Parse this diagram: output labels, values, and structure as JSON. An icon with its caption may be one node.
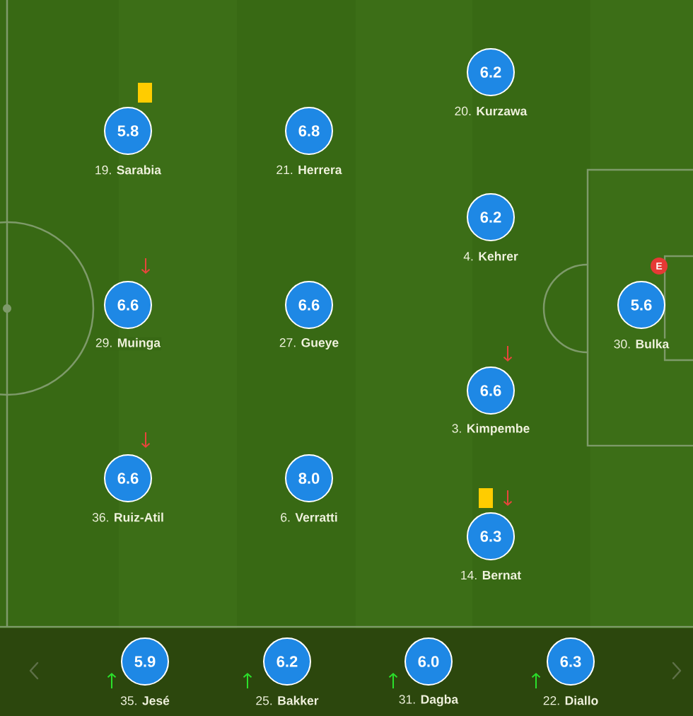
{
  "diagram": {
    "nodes": [
      {
        "text": [
          "6.2"
        ],
        "beside": [
          "20. **Kurzawa**"
        ]
      },
      {
        "text": [
          "5.8"
        ],
        "beside": [
          "19. **Sarabia**"
        ]
      },
      {
        "text": [
          "6.8"
        ],
        "beside": [
          "21. **Herrera**"
        ]
      },
      {
        "text": [
          "6.2"
        ],
        "beside": [
          "4. **Kehrer**"
        ]
      },
      {
        "text": [
          "6.6"
        ],
        "beside": [
          "29. **Muinga**"
        ]
      },
      {
        "text": [
          "6.6"
        ],
        "beside": [
          "27. **Gueye**"
        ]
      },
      {
        "text": [
          "5.6"
        ],
        "beside": [
          "30. **Bulka**"
        ]
      },
      {
        "text": [
          "E"
        ]
      },
      {
        "text": [
          "6.6"
        ],
        "beside": [
          "3. **Kimpembe**"
        ]
      },
      {
        "text": [
          "6.6"
        ],
        "beside": [
          "36. **Ruiz-Atil**"
        ]
      },
      {
        "text": [
          "8.0"
        ],
        "beside": [
          "6. **Verratti**"
        ]
      },
      {
        "text": [
          "6.3"
        ],
        "beside": [
          "14. **Bernat**"
        ]
      },
      {
        "text": [],
        "shape": "bar"
      },
      {
        "text": [
          "5.9"
        ],
        "beside": [
          "35. **Jesé**"
        ],
        "in": 12
      },
      {
        "text": [
          "6.2"
        ],
        "beside": [
          "25. **Bakker**"
        ],
        "in": 12
      },
      {
        "text": [
          "6.0"
        ],
        "beside": [
          "31. **Dagba**"
        ],
        "in": 12
      },
      {
        "text": [
          "6.3"
        ],
        "beside": [
          "22. **Diallo**"
        ],
        "in": 12
      }
    ]
  }
}
